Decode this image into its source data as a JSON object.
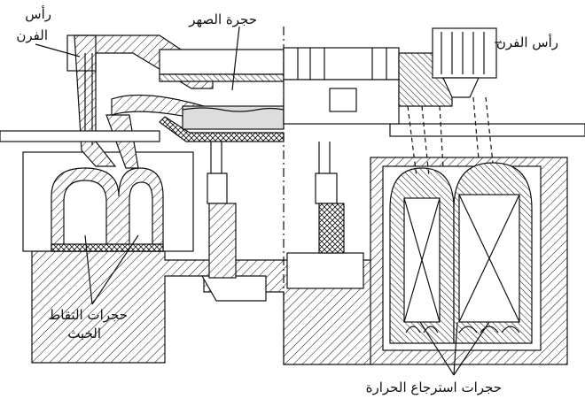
{
  "diagram": {
    "labels": {
      "furnace_head_left_line1": "رأس",
      "furnace_head_left_line2": "الفرن",
      "melting_chamber": "حجرة الصهر",
      "furnace_head_right": "رأس الفرن",
      "slag_pockets_line1": "حجرات التقاط",
      "slag_pockets_line2": "الخبث",
      "regenerators": "حجرات استرجاع الحرارة"
    },
    "colors": {
      "ink": "#111111",
      "glass": "#dddddd",
      "background": "#ffffff"
    }
  }
}
